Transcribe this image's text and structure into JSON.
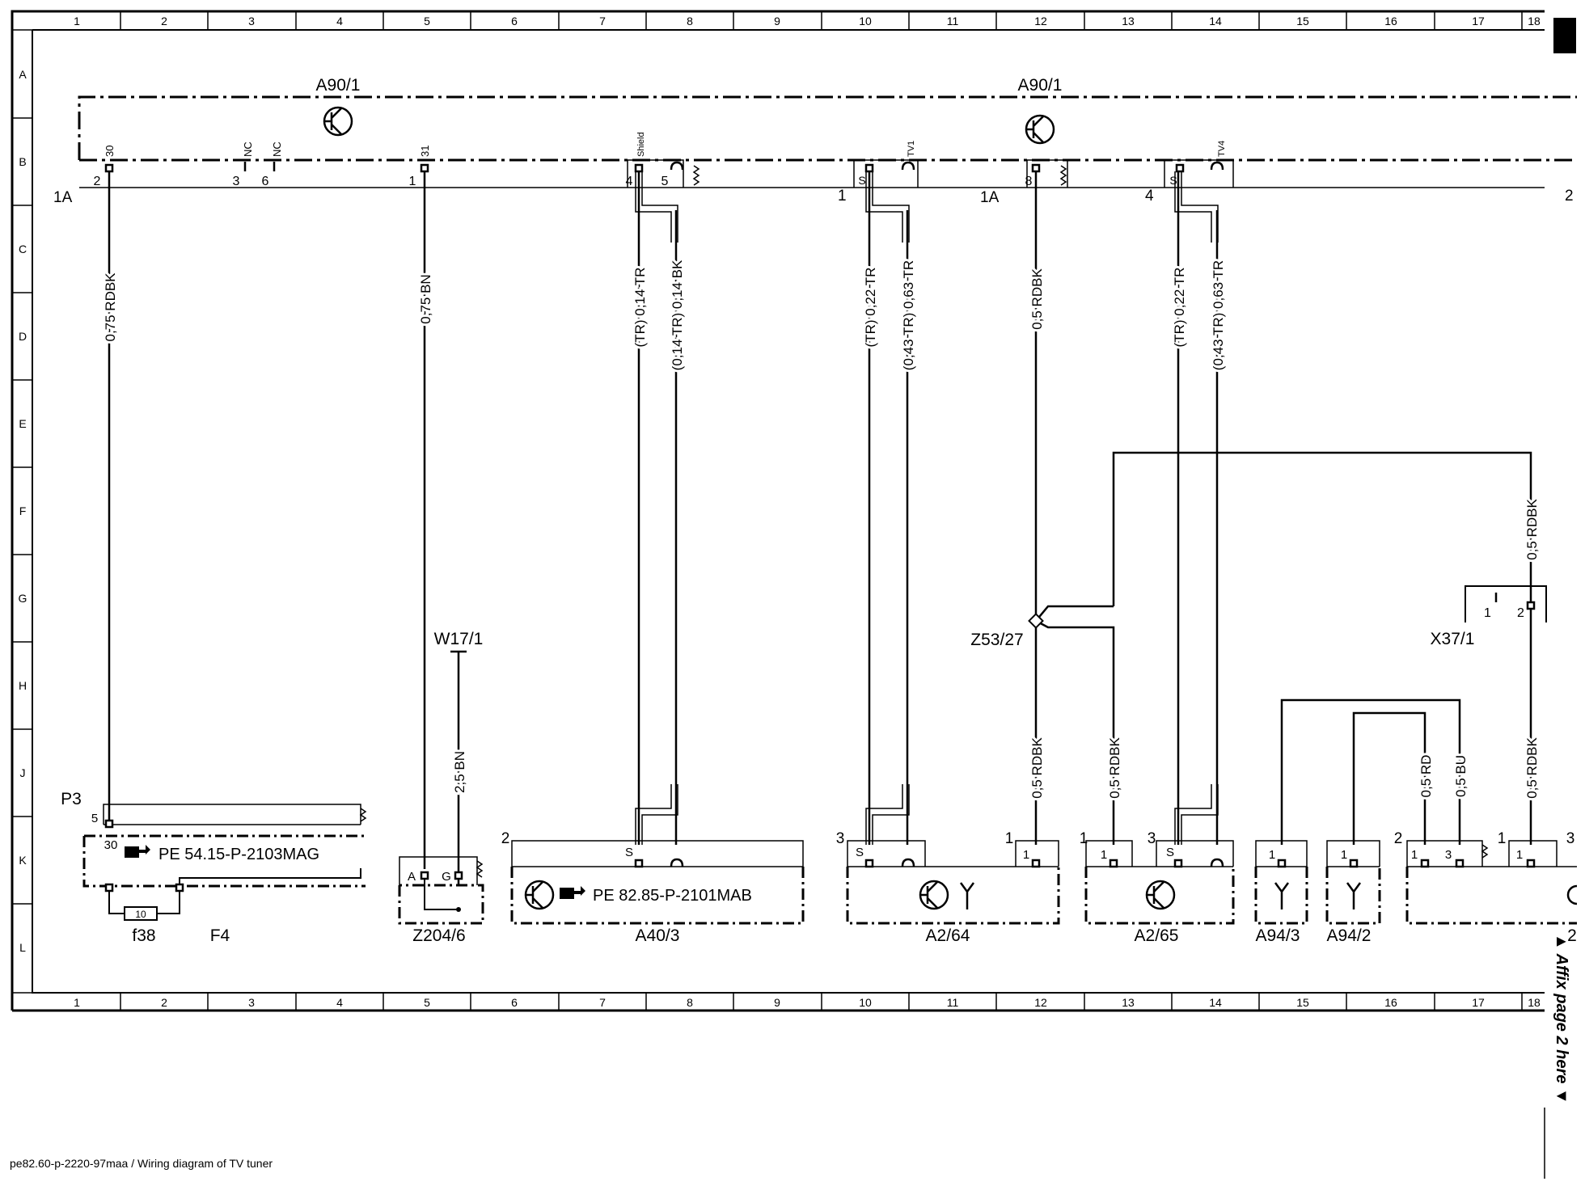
{
  "footer": "pe82.60-p-2220-97maa / Wiring diagram of TV tuner",
  "affix_note": "▲ Affix page 2 here ▼",
  "grid": {
    "columns": [
      "1",
      "2",
      "3",
      "4",
      "5",
      "6",
      "7",
      "8",
      "9",
      "10",
      "11",
      "12",
      "13",
      "14",
      "15",
      "16",
      "17",
      "18"
    ],
    "rows": [
      "A",
      "B",
      "C",
      "D",
      "E",
      "F",
      "G",
      "H",
      "J",
      "K",
      "L"
    ]
  },
  "components": {
    "a90_left": "A90/1",
    "a90_right": "A90/1",
    "w17": "W17/1",
    "z53": "Z53/27",
    "x37": "X37/1",
    "p3": "P3",
    "f38": "f38",
    "f4": "F4",
    "f38_value": "10",
    "z204": "Z204/6",
    "a40": "A40/3",
    "a2_64": "A2/64",
    "a2_65": "A2/65",
    "a94_3": "A94/3",
    "a94_2": "A94/2",
    "ref_p3": "PE 54.15-P-2103MAG",
    "ref_a40": "PE 82.85-P-2101MAB"
  },
  "top_connector": {
    "group_1a_left": "1A",
    "group_1_mid": "1",
    "group_1a_right": "1A",
    "group_4": "4",
    "group_2": "2",
    "pin_labels": {
      "p30": "30",
      "nc1": "NC",
      "nc2": "NC",
      "p31": "31",
      "shield": "Shield",
      "tv1": "TV1",
      "tv4": "TV4"
    },
    "pin_numbers": {
      "n2": "2",
      "n3": "3",
      "n6": "6",
      "n1": "1",
      "n4": "4",
      "n5": "5",
      "n8": "8",
      "s1": "S",
      "s2": "S"
    }
  },
  "wires": {
    "w1": "0,75 RDBK",
    "w2": "0,75 BN",
    "w3": "(TR) 0,14 TR",
    "w4": "(0,14 TR) 0,14 BK",
    "w5": "(TR) 0,22 TR",
    "w6": "(0,43 TR) 0,63 TR",
    "w7": "0,5 RDBK",
    "w8": "(TR) 0,22 TR",
    "w9": "(0,43 TR) 0,63 TR",
    "w10": "0,5 RDBK",
    "w11": "2,5 BN",
    "w12": "0,5 RDBK",
    "w13": "0,5 RDBK",
    "w14": "0,5 RD",
    "w15": "0,5 BU",
    "w16": "0,5 RDBK"
  },
  "lower_pins": {
    "p3_5": "5",
    "p3_30": "30",
    "z204_a": "A",
    "z204_g": "G",
    "a40_group": "2",
    "a40_s": "S",
    "a264_group": "3",
    "a264_s": "S",
    "a264_g1": "1",
    "a264_p1": "1",
    "a265_g1": "1",
    "a265_p1": "1",
    "a265_group": "3",
    "a265_s": "S",
    "a943_p1": "1",
    "a942_p1": "1",
    "g2": "2",
    "p1a": "1",
    "p3b": "3",
    "g1b": "1",
    "p1b": "1",
    "g3": "3",
    "x37_1": "1",
    "x37_2": "2",
    "edge_2": "2"
  }
}
